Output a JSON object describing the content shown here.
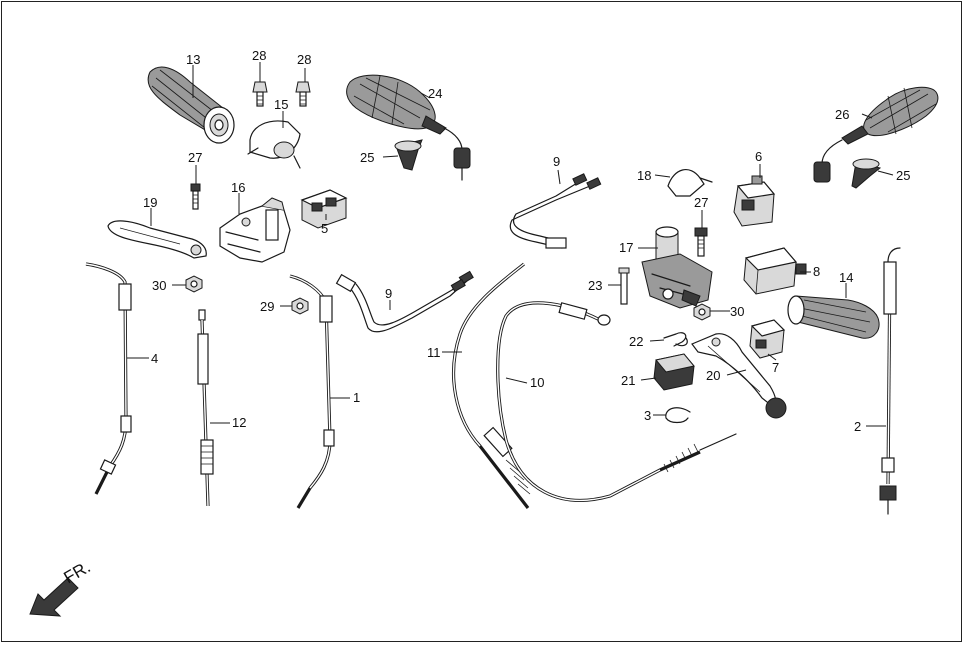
{
  "callouts": {
    "c1": "1",
    "c2": "2",
    "c3": "3",
    "c4": "4",
    "c5": "5",
    "c6": "6",
    "c7": "7",
    "c8": "8",
    "c9a": "9",
    "c9b": "9",
    "c10": "10",
    "c11": "11",
    "c12": "12",
    "c13": "13",
    "c14": "14",
    "c15": "15",
    "c16": "16",
    "c17": "17",
    "c18": "18",
    "c19": "19",
    "c20": "20",
    "c21": "21",
    "c22": "22",
    "c23": "23",
    "c24": "24",
    "c25a": "25",
    "c25b": "25",
    "c26": "26",
    "c27a": "27",
    "c27b": "27",
    "c28a": "28",
    "c28b": "28",
    "c29": "29",
    "c30a": "30",
    "c30b": "30"
  },
  "direction_label": "FR.",
  "colors": {
    "line": "#1a1a1a",
    "background": "#ffffff",
    "shade": "#9a9a9a"
  }
}
